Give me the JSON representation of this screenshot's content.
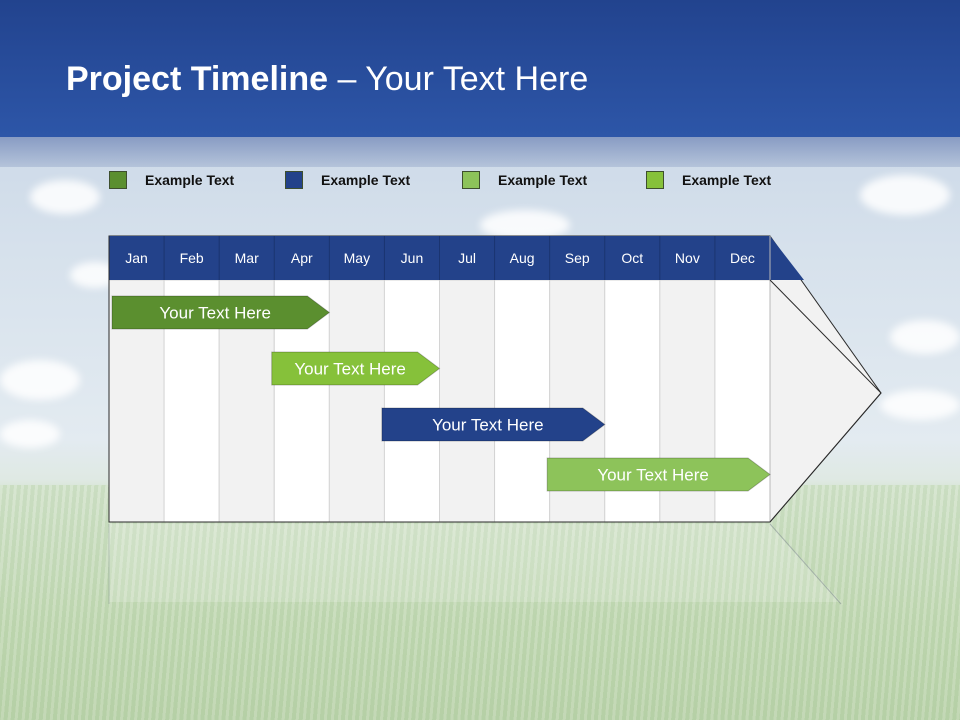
{
  "title": {
    "bold": "Project Timeline",
    "rest": " – Your Text Here"
  },
  "legend": [
    {
      "label": "Example Text",
      "color": "#5b8f2f"
    },
    {
      "label": "Example Text",
      "color": "#23428a"
    },
    {
      "label": "Example Text",
      "color": "#8dc35a"
    },
    {
      "label": "Example Text",
      "color": "#86c13a"
    }
  ],
  "months": [
    "Jan",
    "Feb",
    "Mar",
    "Apr",
    "May",
    "Jun",
    "Jul",
    "Aug",
    "Sep",
    "Oct",
    "Nov",
    "Dec"
  ],
  "tasks": [
    {
      "label": "Your  Text Here",
      "start_month": 1.0,
      "end_month": 4.0,
      "color": "#5b8f2f"
    },
    {
      "label": "Your  Text Here",
      "start_month": 3.9,
      "end_month": 6.0,
      "color": "#86c13a"
    },
    {
      "label": "Your  Text Here",
      "start_month": 5.9,
      "end_month": 9.0,
      "color": "#23428a"
    },
    {
      "label": "Your  Text Here",
      "start_month": 8.9,
      "end_month": 12.0,
      "color": "#8dc35a"
    }
  ],
  "colors": {
    "header_bar": "#23428a",
    "column_light": "#f2f2f2",
    "column_white": "#ffffff",
    "arrow_body": "#f2f2f2"
  }
}
